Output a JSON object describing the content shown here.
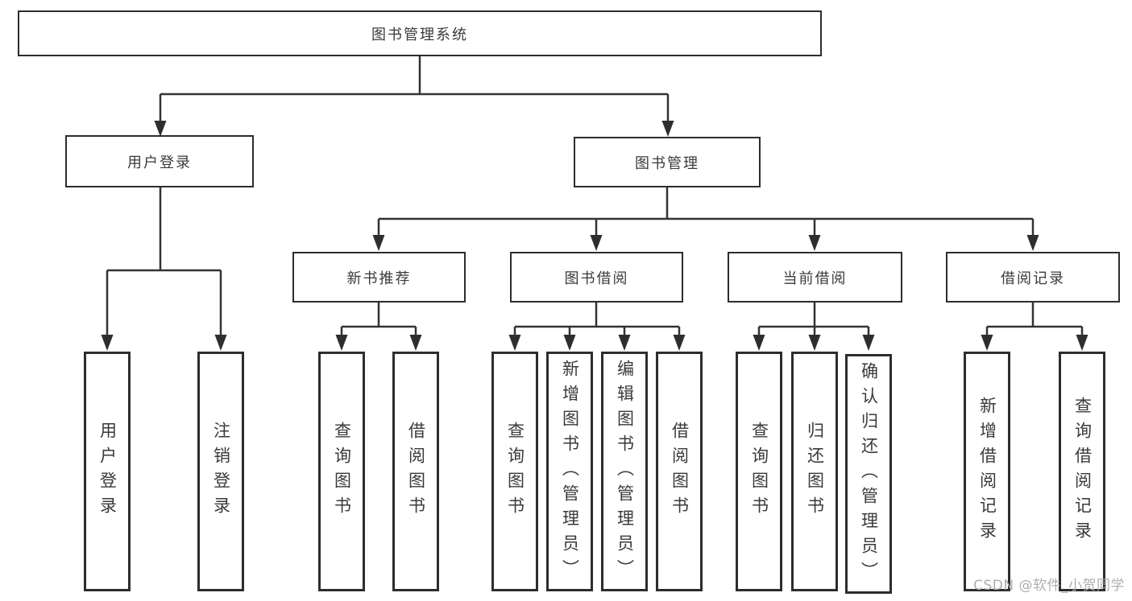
{
  "diagram": {
    "root": "图书管理系统",
    "children": [
      {
        "label": "用户登录",
        "children": [
          {
            "label": "用户登录"
          },
          {
            "label": "注销登录"
          }
        ]
      },
      {
        "label": "图书管理",
        "children": [
          {
            "label": "新书推荐",
            "children": [
              {
                "label": "查询图书"
              },
              {
                "label": "借阅图书"
              }
            ]
          },
          {
            "label": "图书借阅",
            "children": [
              {
                "label": "查询图书"
              },
              {
                "label": "新增图书（管理员）"
              },
              {
                "label": "编辑图书（管理员）"
              },
              {
                "label": "借阅图书"
              }
            ]
          },
          {
            "label": "当前借阅",
            "children": [
              {
                "label": "查询图书"
              },
              {
                "label": "归还图书"
              },
              {
                "label": "确认归还（管理员）"
              }
            ]
          },
          {
            "label": "借阅记录",
            "children": [
              {
                "label": "新增借阅记录"
              },
              {
                "label": "查询借阅记录"
              }
            ]
          }
        ]
      }
    ]
  },
  "watermark": "CSDN @软件_小贺同学",
  "colors": {
    "line": "#333333",
    "box_border": "#2d2d2d",
    "text": "#3a3a3a",
    "watermark": "#aeaeae",
    "background": "#ffffff"
  }
}
